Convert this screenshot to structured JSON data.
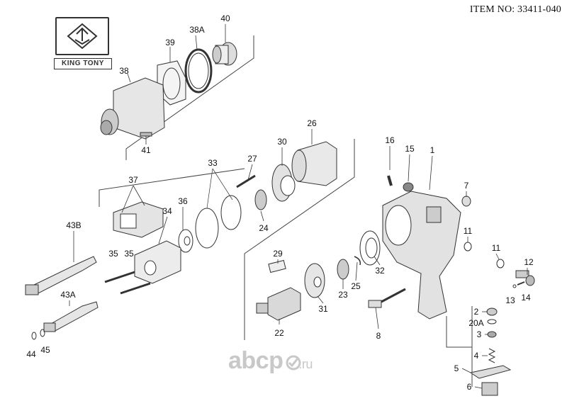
{
  "header": {
    "item_no": "ITEM NO: 33411-040"
  },
  "logo": {
    "text": "KING TONY",
    "icon": "king-tony-crown-icon"
  },
  "watermark": {
    "text": "abcp",
    "tld": ".ru"
  },
  "parts": [
    {
      "id": "p40",
      "label": "40"
    },
    {
      "id": "p38a",
      "label": "38A"
    },
    {
      "id": "p39",
      "label": "39"
    },
    {
      "id": "p38",
      "label": "38"
    },
    {
      "id": "p41",
      "label": "41"
    },
    {
      "id": "p26",
      "label": "26"
    },
    {
      "id": "p30",
      "label": "30"
    },
    {
      "id": "p27",
      "label": "27"
    },
    {
      "id": "p33",
      "label": "33"
    },
    {
      "id": "p37",
      "label": "37"
    },
    {
      "id": "p36",
      "label": "36"
    },
    {
      "id": "p34",
      "label": "34"
    },
    {
      "id": "p24",
      "label": "24"
    },
    {
      "id": "p16",
      "label": "16"
    },
    {
      "id": "p15",
      "label": "15"
    },
    {
      "id": "p1",
      "label": "1"
    },
    {
      "id": "p7",
      "label": "7"
    },
    {
      "id": "p43b",
      "label": "43B"
    },
    {
      "id": "p35a",
      "label": "35"
    },
    {
      "id": "p35b",
      "label": "35"
    },
    {
      "id": "p29",
      "label": "29"
    },
    {
      "id": "p11a",
      "label": "11"
    },
    {
      "id": "p11b",
      "label": "11"
    },
    {
      "id": "p12",
      "label": "12"
    },
    {
      "id": "p32",
      "label": "32"
    },
    {
      "id": "p25",
      "label": "25"
    },
    {
      "id": "p23",
      "label": "23"
    },
    {
      "id": "p31",
      "label": "31"
    },
    {
      "id": "p43a",
      "label": "43A"
    },
    {
      "id": "p13",
      "label": "13"
    },
    {
      "id": "p14",
      "label": "14"
    },
    {
      "id": "p2",
      "label": "2"
    },
    {
      "id": "p20a",
      "label": "20A"
    },
    {
      "id": "p3",
      "label": "3"
    },
    {
      "id": "p22",
      "label": "22"
    },
    {
      "id": "p8",
      "label": "8"
    },
    {
      "id": "p44",
      "label": "44"
    },
    {
      "id": "p45",
      "label": "45"
    },
    {
      "id": "p4",
      "label": "4"
    },
    {
      "id": "p5",
      "label": "5"
    },
    {
      "id": "p6",
      "label": "6"
    }
  ]
}
